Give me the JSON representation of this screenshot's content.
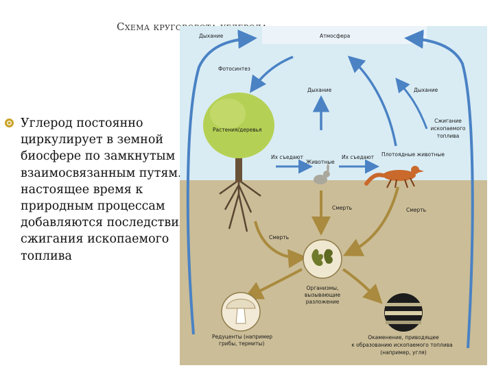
{
  "slide": {
    "title": "Схема круговорота углерода",
    "bullet_text": "Углерод постоянно циркулирует в земной биосфере по замкнутым взаимосвязанным путям. В настоящее время к природным процессам добавляются последствия сжигания ископаемого топлива"
  },
  "diagram": {
    "labels": {
      "respiration_top": "Дыхание",
      "atmosphere": "Атмосфера",
      "photosynthesis": "Фотосинтез",
      "respiration_mid": "Дыхание",
      "respiration_right": "Дыхание",
      "combustion_1": "Сжигание",
      "combustion_2": "ископаемого",
      "combustion_3": "топлива",
      "plants": "Растения/деревья",
      "eaten_1": "Их съедают",
      "eaten_2": "Их съедают",
      "animals": "Животные",
      "carnivores": "Плотоядные животные",
      "death_left": "Смерть",
      "death_mid": "Смерть",
      "death_right": "Смерть",
      "decomposers_1": "Организмы,",
      "decomposers_2": "вызывающие",
      "decomposers_3": "разложение",
      "reducers_1": "Редуценты (например",
      "reducers_2": "грибы, термиты)",
      "fossil_1": "Окаменение, приводящее",
      "fossil_2": "к образованию ископаемого топлива",
      "fossil_3": "(например, угля)"
    },
    "colors": {
      "sky": "#d9ecf4",
      "soil": "#cbbd97",
      "arrow_blue": "#4a82c4",
      "arrow_brown": "#a98a3e",
      "tree_green": "#b5d155"
    }
  }
}
